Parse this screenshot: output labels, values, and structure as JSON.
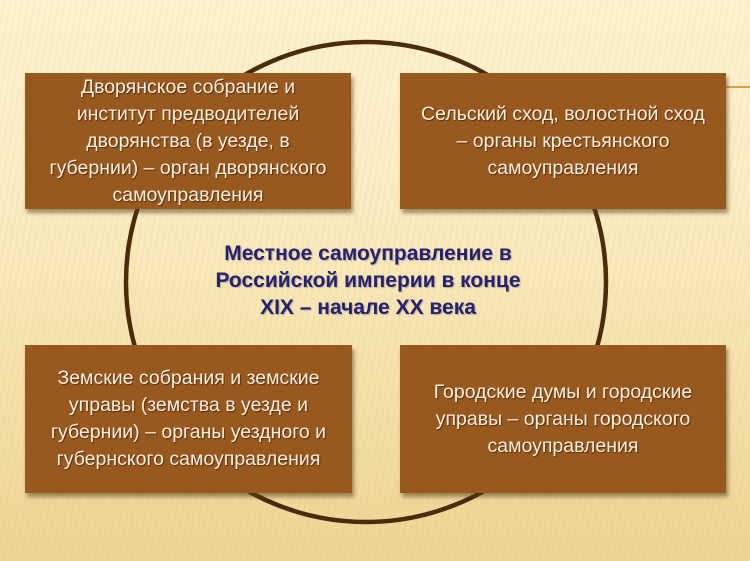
{
  "diagram": {
    "center_title": "Местное самоуправление в Российской империи в конце XIX – начале XX века",
    "center_title_lines": [
      "Местное самоуправление в",
      "Российской империи в конце",
      "XIX – начале XX века"
    ],
    "boxes": [
      {
        "position": "top-left",
        "lines": [
          "Дворянское собрание и",
          "институт предводителей",
          "дворянства (в уезде, в",
          "губернии) – орган дворянского",
          "самоуправления"
        ]
      },
      {
        "position": "top-right",
        "lines": [
          "Сельский сход, волостной сход",
          "– органы крестьянского",
          "самоуправления"
        ]
      },
      {
        "position": "bottom-left",
        "lines": [
          "Земские собрания и земские",
          "управы (земства в уезде и",
          "губернии) – органы уездного и",
          "губернского самоуправления"
        ]
      },
      {
        "position": "bottom-right",
        "lines": [
          "Городские думы и городские",
          "управы – органы городского",
          "самоуправления"
        ]
      }
    ],
    "colors": {
      "box_fill": "#98591f",
      "box_text": "#fbeedd",
      "title_text": "#27236a",
      "ring": "#4a2c0c",
      "accent_line": "#e0a040",
      "background": "#fbeec6"
    }
  }
}
